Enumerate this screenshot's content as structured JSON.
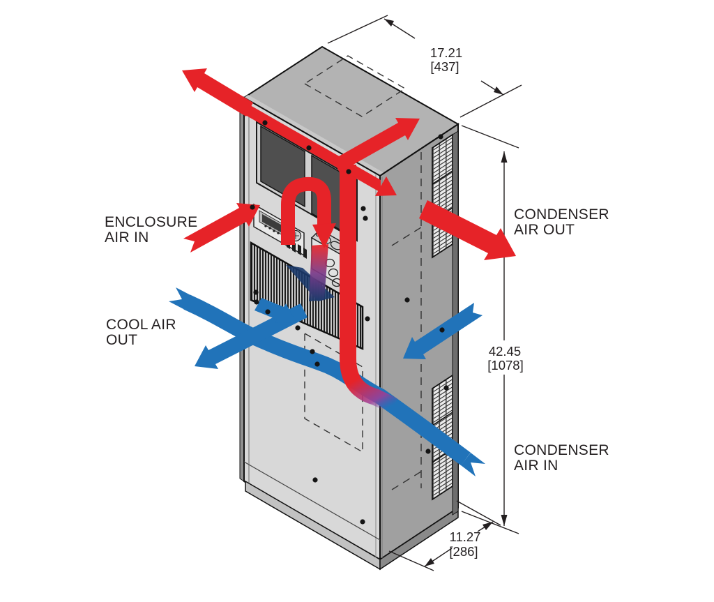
{
  "diagram": {
    "type": "enclosure-air-conditioner-airflow-drawing",
    "labels": {
      "enclosure_air_in": {
        "line1": "ENCLOSURE",
        "line2": "AIR IN"
      },
      "cool_air_out": {
        "line1": "COOL AIR",
        "line2": "OUT"
      },
      "condenser_air_out": {
        "line1": "CONDENSER",
        "line2": "AIR OUT"
      },
      "condenser_air_in": {
        "line1": "CONDENSER",
        "line2": "AIR IN"
      }
    },
    "dimensions": {
      "top_width": {
        "inches": "17.21",
        "millimeters": "[437]"
      },
      "height": {
        "inches": "42.45",
        "millimeters": "[1078]"
      },
      "depth": {
        "inches": "11.27",
        "millimeters": "[286]"
      }
    },
    "colors": {
      "hot_air": "#E62328",
      "cool_air": "#2173B9",
      "cool_air_dark": "#1B3A6B",
      "line": "#231F20",
      "cabinet_front": "#D8D8D8",
      "cabinet_top": "#B3B3B3",
      "cabinet_side": "#A0A0A0"
    }
  }
}
